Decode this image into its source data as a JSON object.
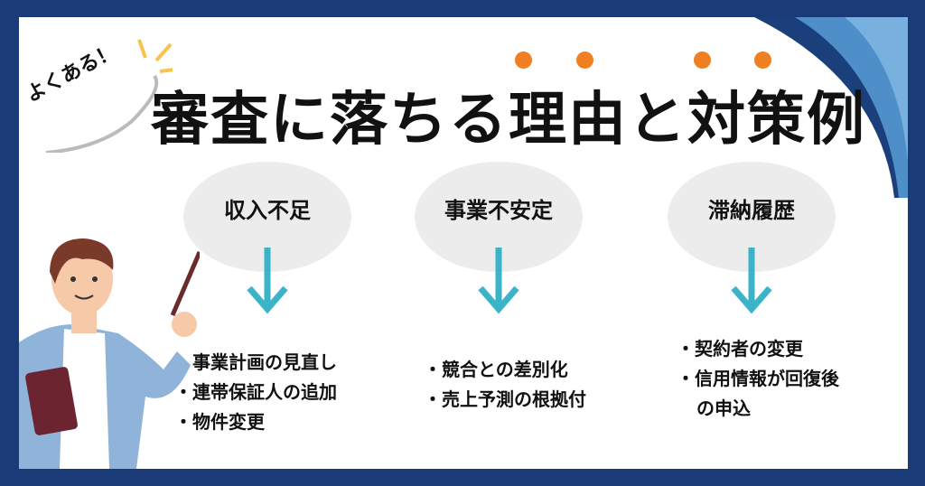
{
  "tag": "よくある！",
  "title": "審査に落ちる理由と対策例",
  "colors": {
    "border": "#1b3a78",
    "accent_dot": "#f07f22",
    "arrow": "#3bb3c9",
    "bubble": "#ececec"
  },
  "columns": [
    {
      "heading": "収入不足",
      "items": [
        "事業計画の見直し",
        "連帯保証人の追加",
        "物件変更"
      ]
    },
    {
      "heading": "事業不安定",
      "items": [
        "競合との差別化",
        "売上予測の根拠付"
      ]
    },
    {
      "heading": "滞納履歴",
      "items": [
        "契約者の変更",
        "信用情報が回復後"
      ],
      "continuation": "の申込"
    }
  ]
}
